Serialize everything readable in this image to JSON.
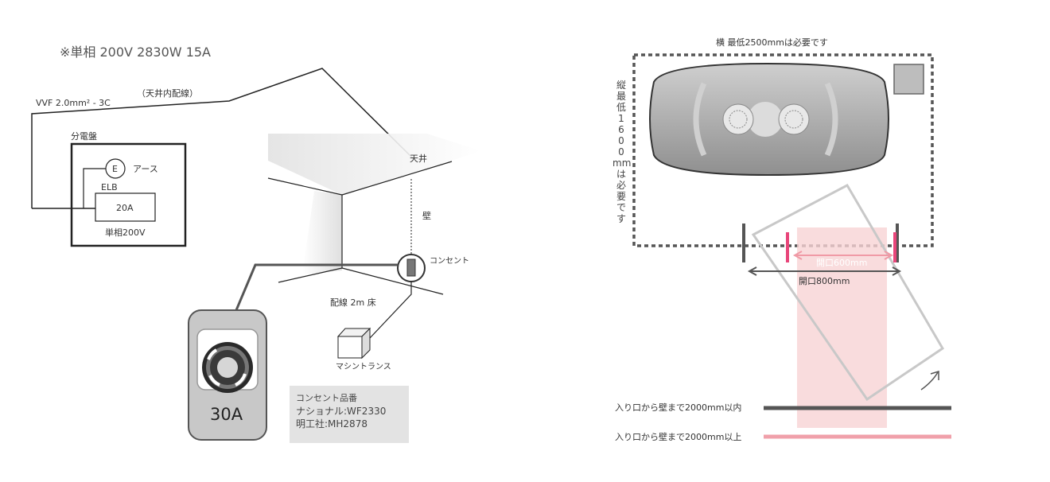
{
  "left": {
    "spec_note": "※単相 200V 2830W 15A",
    "cable_label": "VVF 2.0mm² - 3C",
    "ceiling_wiring_label": "（天井内配線）",
    "panel_label": "分電盤",
    "earth_symbol": "E",
    "earth_label": "アース",
    "elb_label": "ELB",
    "breaker_rating": "20A",
    "panel_phase": "単相200V",
    "ceiling_label": "天井",
    "wall_label": "壁",
    "outlet_label": "コンセント",
    "floor_label": "配線 2m 床",
    "transformer_label": "マシントランス",
    "socket_rating": "30A",
    "outlet_model": {
      "title": "コンセント品番",
      "line1": "ナショナル:WF2330",
      "line2": "明工社:MH2878"
    }
  },
  "right": {
    "width_requirement": "横 最低2500mmは必要です",
    "depth_requirement": [
      "縦",
      "最",
      "低",
      "1",
      "6",
      "0",
      "0",
      "mm",
      "は",
      "必",
      "要",
      "で",
      "す"
    ],
    "opening_600": "開口600mm",
    "opening_800": "開口800mm",
    "legend_within": "入り口から壁まで2000mm以内",
    "legend_over": "入り口から壁まで2000mm以上"
  },
  "colors": {
    "pink": "#e8457a",
    "light_pink": "#f7d3d5",
    "dark_gray": "#555555",
    "legend_pink": "#f0a0aa"
  }
}
